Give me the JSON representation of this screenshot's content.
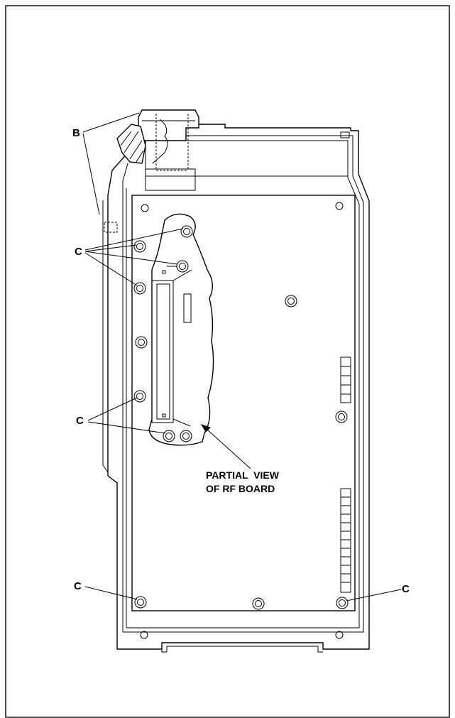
{
  "labels": {
    "b": "B",
    "c": "C",
    "partial_view_line1": "PARTIAL  VIEW",
    "partial_view_line2": "OF RF BOARD"
  },
  "colors": {
    "ink": "#000000",
    "background": "#ffffff"
  }
}
